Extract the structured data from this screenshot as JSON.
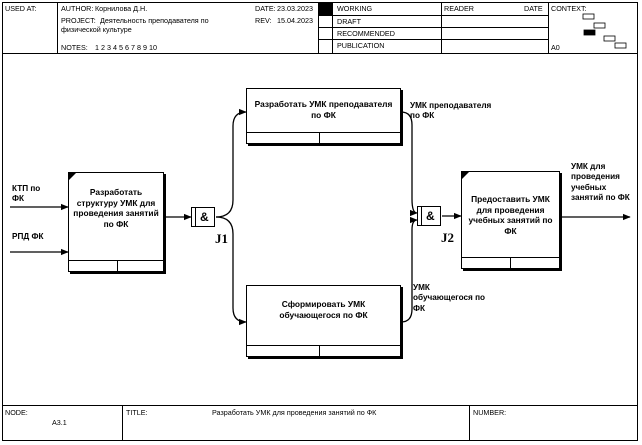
{
  "header": {
    "used_at": "USED AT:",
    "author_label": "AUTHOR:",
    "author_value": "Корнилова Д.Н.",
    "project_label": "PROJECT:",
    "project_value_line1": "Деятельность преподавателя по",
    "project_value_line2": "физической культуре",
    "date_label": "DATE:",
    "date_value": "23.03.2023",
    "rev_label": "REV:",
    "rev_value": "15.04.2023",
    "notes_label": "NOTES:",
    "notes_value": "1 2 3 4 5 6 7 8 9 10",
    "status_working": "WORKING",
    "status_draft": "DRAFT",
    "status_recommended": "RECOMMENDED",
    "status_publication": "PUBLICATION",
    "reader": "READER",
    "date": "DATE",
    "context": "CONTEXT:",
    "context_node": "A0"
  },
  "diagram": {
    "box_structure": "Разработать структуру УМК для проведения занятий по ФК",
    "box_teacher": "Разработать УМК преподавателя по ФК",
    "box_student": "Сформировать УМК обучающегося по ФК",
    "box_provide": "Предоставить УМК для проведения учебных занятий по ФК",
    "input_ktp": "КТП по ФК",
    "input_rpd": "РПД ФК",
    "flow_teacher": "УМК преподавателя по ФК",
    "flow_student": "УМК обучающегося по ФК",
    "output_final": "УМК для проведения учебных занятий по ФК",
    "junction_symbol": "&",
    "junction1": "J1",
    "junction2": "J2"
  },
  "footer": {
    "node_label": "NODE:",
    "node_value": "А3.1",
    "title_label": "TITLE:",
    "title_value": "Разработать УМК для проведения занятий по ФК",
    "number_label": "NUMBER:"
  },
  "colors": {
    "line": "#000000",
    "background": "#ffffff"
  }
}
